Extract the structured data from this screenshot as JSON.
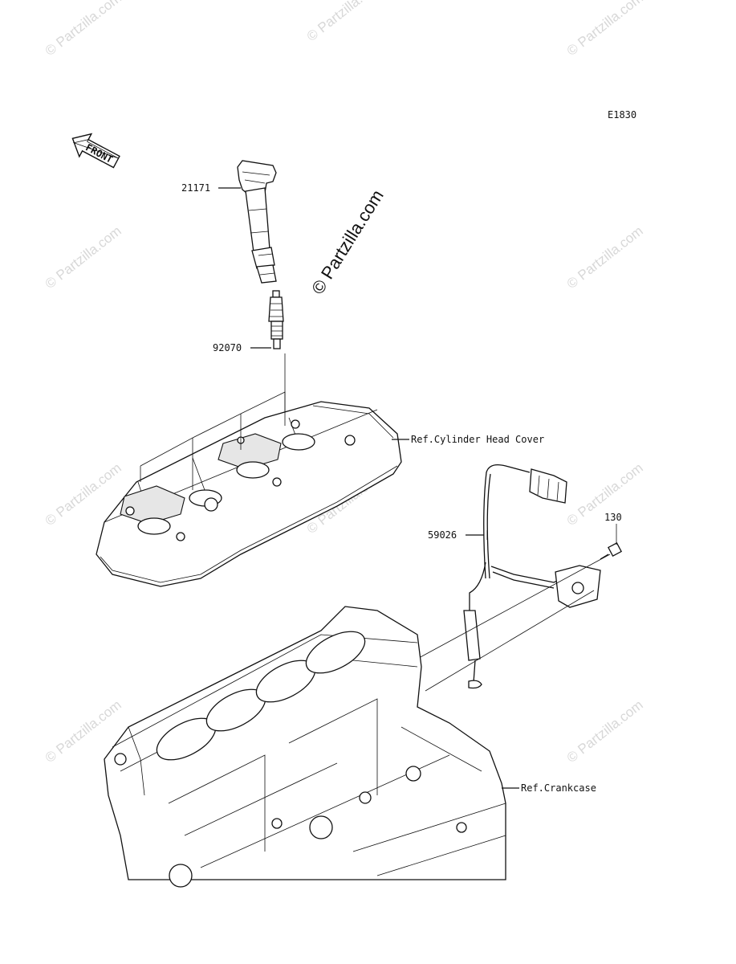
{
  "diagram": {
    "code": "E1830",
    "front_label": "FRONT",
    "watermark_center": "© Partzilla.com",
    "watermark_tile": "© Partzilla.com",
    "parts": [
      {
        "number": "21171"
      },
      {
        "number": "92070"
      },
      {
        "number": "59026"
      },
      {
        "number": "130"
      }
    ],
    "references": [
      {
        "text": "Ref.Cylinder Head Cover"
      },
      {
        "text": "Ref.Crankcase"
      }
    ]
  }
}
